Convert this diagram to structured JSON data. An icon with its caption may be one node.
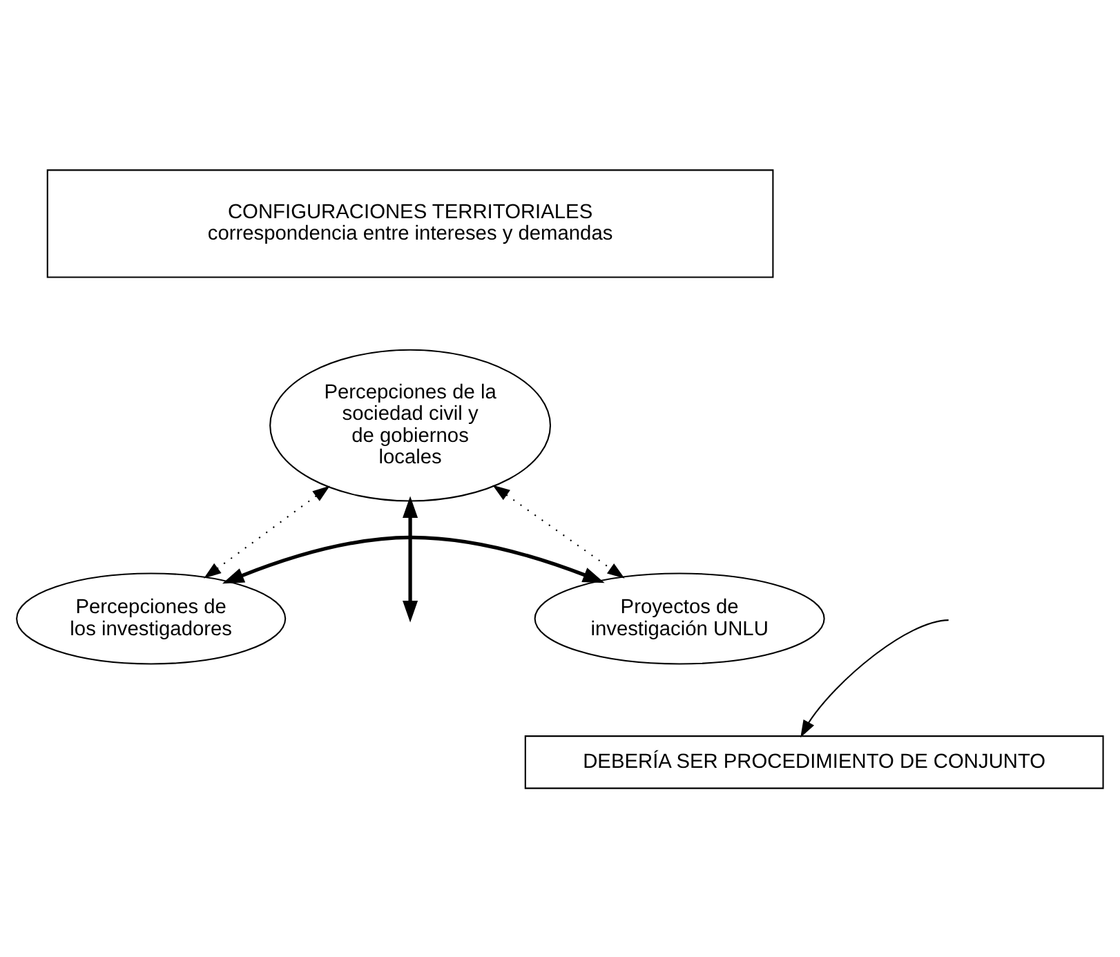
{
  "diagram": {
    "nodes": [
      {
        "text": [
          "CONFIGURACIONES TERRITORIALES",
          "correspondencia entre intereses y demandas"
        ]
      },
      {
        "text": [
          "Percepciones de la sociedad civil y de gobiernos locales"
        ]
      },
      {
        "text": [
          "Percepciones de los investigadores"
        ]
      },
      {
        "text": [
          "Proyectos de investigación UNLU"
        ]
      },
      {
        "text": [
          "DEBERÍA SER PROCEDIMIENTO DE CONJUNTO"
        ]
      }
    ],
    "edges": [
      {
        "from": 1,
        "to": 2,
        "arrow": "both",
        "style": "dashed"
      },
      {
        "from": 1,
        "to": 3,
        "arrow": "both",
        "style": "dashed"
      },
      {
        "from": 1,
        "to": null,
        "arrow": "both",
        "style": "thick"
      },
      {
        "from": 2,
        "to": 3,
        "arrow": "both",
        "style": "thick"
      },
      {
        "from": null,
        "to": 4,
        "arrow": "to"
      }
    ]
  }
}
